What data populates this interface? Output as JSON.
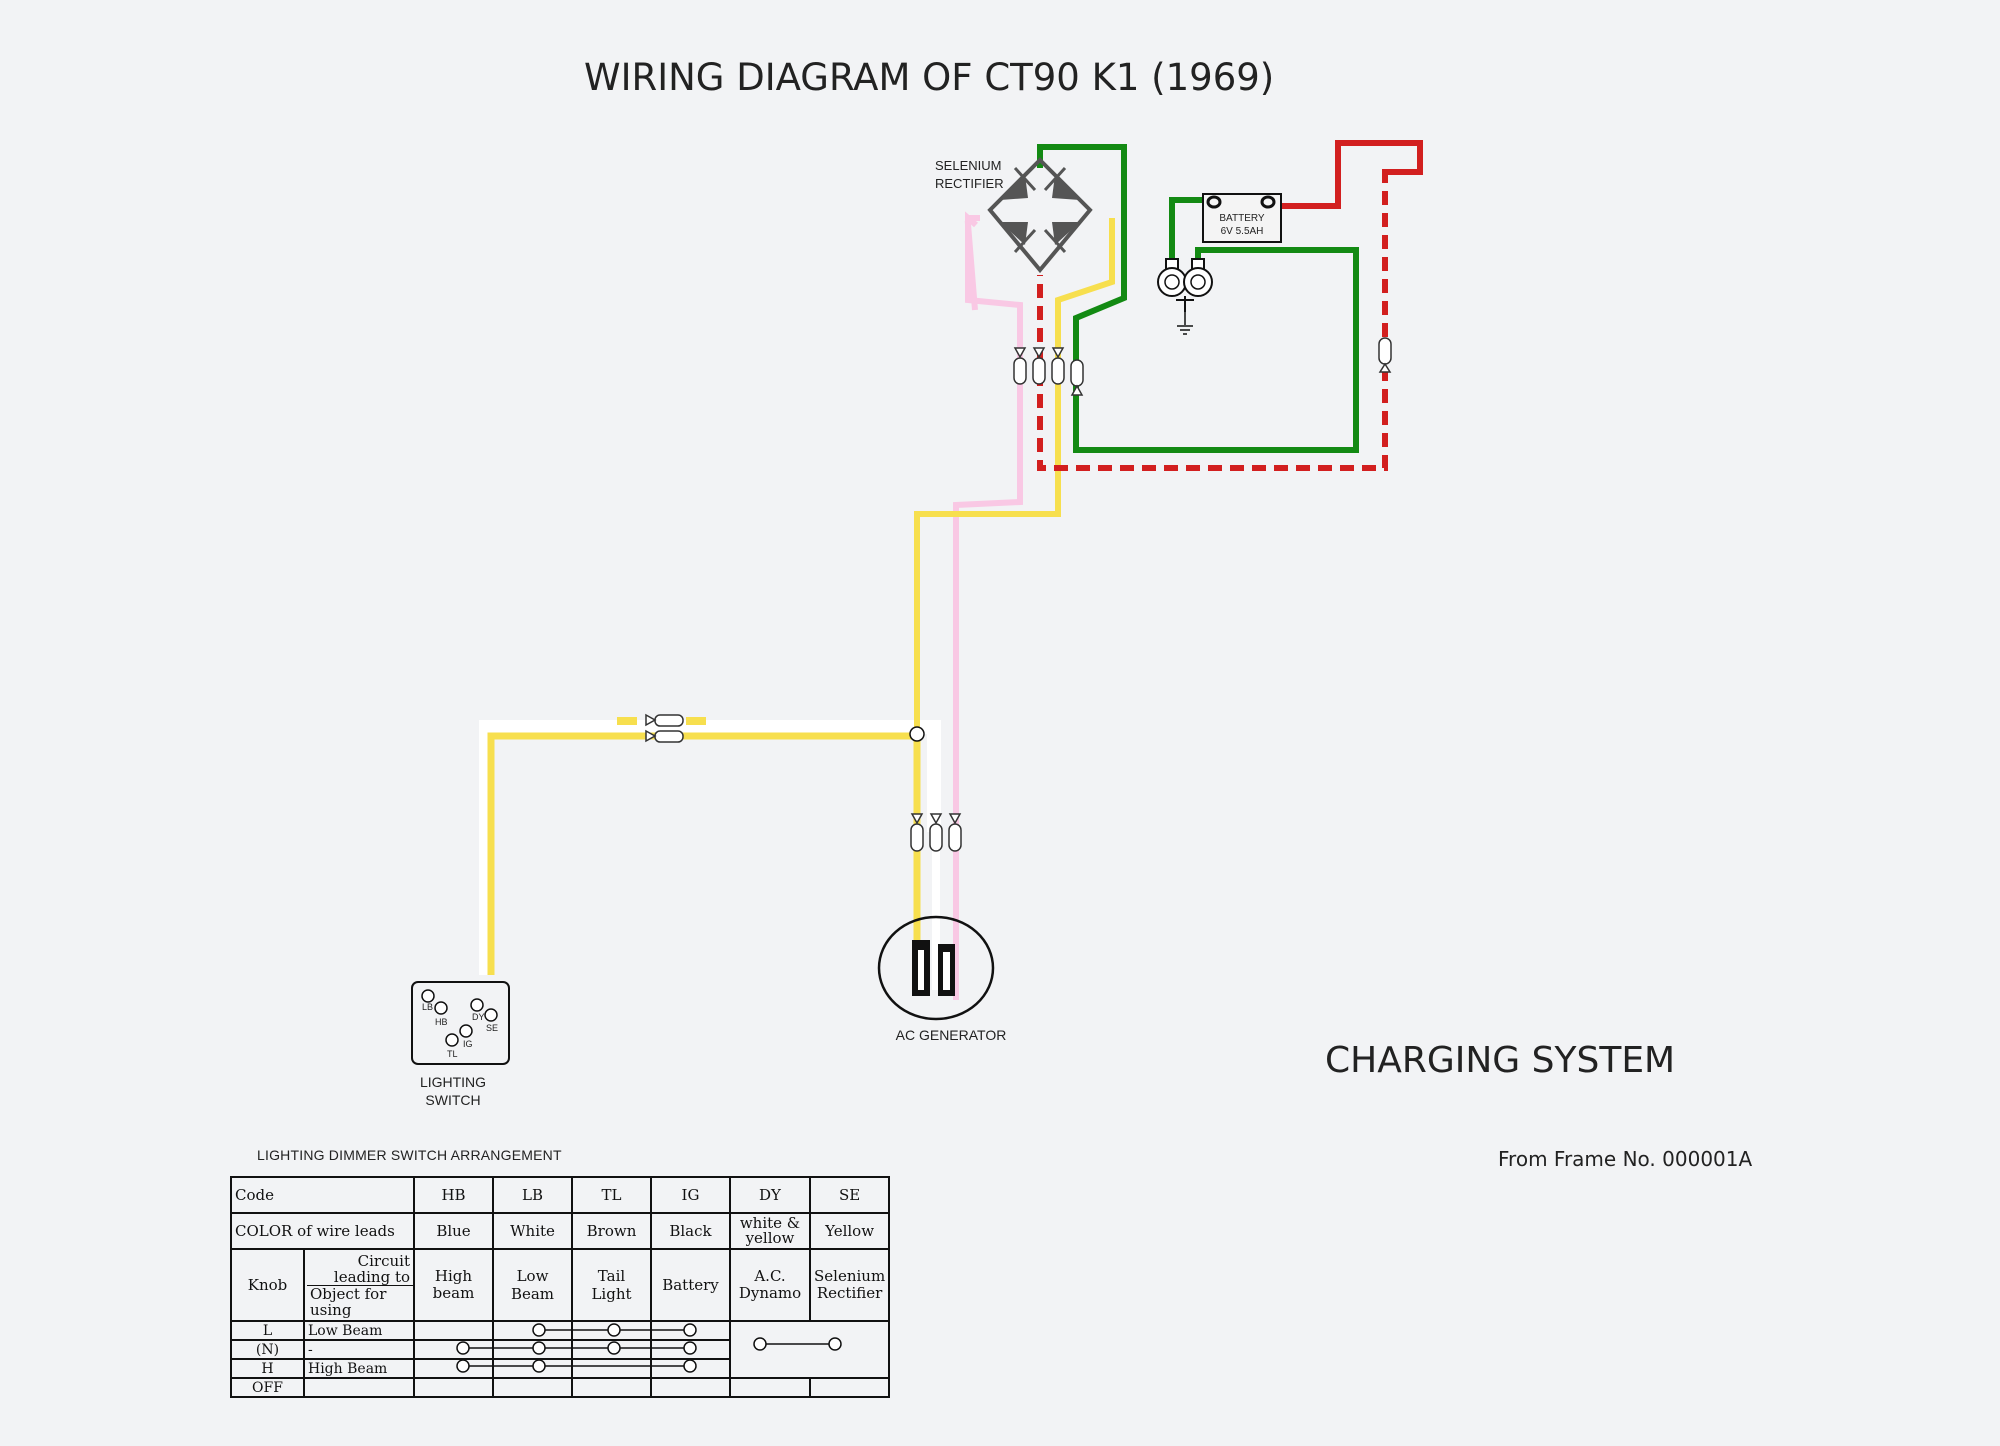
{
  "title": "WIRING DIAGRAM OF CT90 K1 (1969)",
  "subtitle": "CHARGING SYSTEM",
  "frame_note": "From Frame No. 000001A",
  "components": {
    "rectifier_line1": "SELENIUM",
    "rectifier_line2": "RECTIFIER",
    "battery_line1": "BATTERY",
    "battery_line2": "6V 5.5AH",
    "generator": "AC GENERATOR",
    "switch_line1": "LIGHTING",
    "switch_line2": "SWITCH",
    "switch_terminals": [
      "LB",
      "HB",
      "DY",
      "SE",
      "IG",
      "TL"
    ]
  },
  "wire_colors": {
    "yellow": "#f7df4e",
    "pink": "#f9c8e4",
    "green": "#138a13",
    "red": "#d21f1f",
    "white": "#ffffff"
  },
  "table": {
    "title": "LIGHTING DIMMER SWITCH ARRANGEMENT",
    "code_label": "Code",
    "color_label": "COLOR of wire leads",
    "knob_label": "Knob",
    "circuit_label_1": "Circuit",
    "circuit_label_2": "leading to",
    "object_label_1": "Object for",
    "object_label_2": "using",
    "codes": [
      "HB",
      "LB",
      "TL",
      "IG",
      "DY",
      "SE"
    ],
    "colors": [
      "Blue",
      "White",
      "Brown",
      "Black",
      "white &\nyellow",
      "Yellow"
    ],
    "circuits": [
      "High\nbeam",
      "Low Beam",
      "Tail Light",
      "Battery",
      "A.C.\nDynamo",
      "Selenium\nRectifier"
    ],
    "rows": [
      {
        "knob": "L",
        "object": "Low Beam"
      },
      {
        "knob": "(N)",
        "object": "-"
      },
      {
        "knob": "H",
        "object": "High Beam"
      },
      {
        "knob": "OFF",
        "object": ""
      }
    ]
  }
}
